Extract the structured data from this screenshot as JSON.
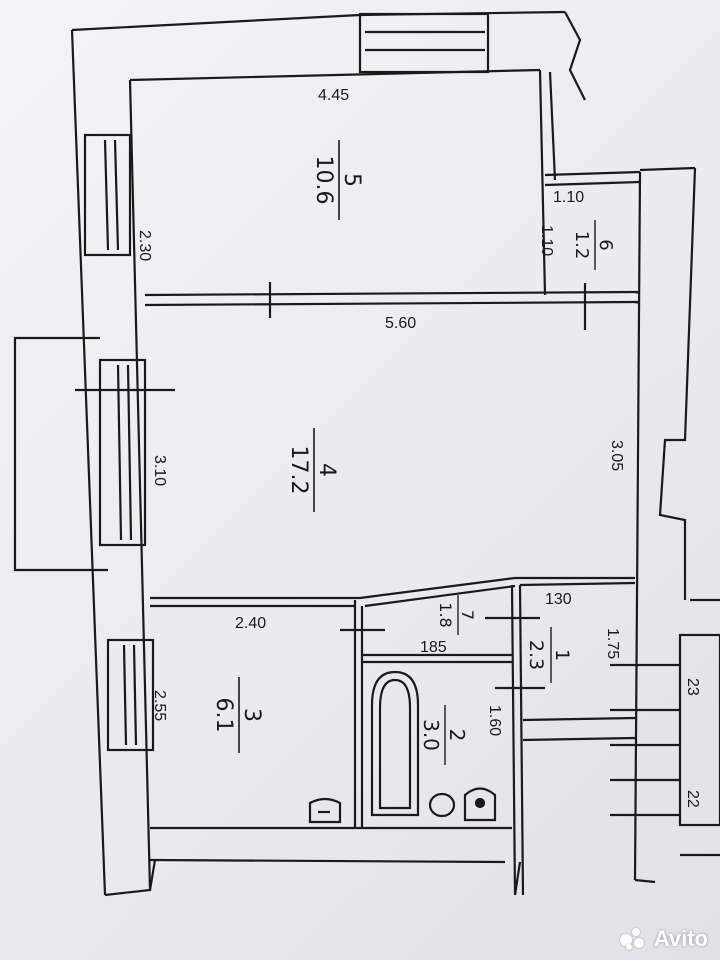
{
  "dimensions": {
    "room5_top": "4.45",
    "room5_left": "2.30",
    "room6_top": "1.10",
    "room6_left": "1.10",
    "room4_width": "5.60",
    "room4_left": "3.10",
    "room4_right": "3.05",
    "room3_top": "2.40",
    "room3_left": "2.55",
    "hall_top": "130",
    "hall_right": "1.75",
    "bath_top": "185",
    "bath_right": "1.60",
    "stair_a": "23",
    "stair_b": "22"
  },
  "rooms": [
    {
      "id": "room5",
      "number": "5",
      "area": "10.6"
    },
    {
      "id": "room6",
      "number": "6",
      "area": "1.2"
    },
    {
      "id": "room4",
      "number": "4",
      "area": "17.2"
    },
    {
      "id": "room3",
      "number": "3",
      "area": "6.1"
    },
    {
      "id": "room7",
      "number": "7",
      "area": "1.8"
    },
    {
      "id": "room1",
      "number": "1",
      "area": "2.3"
    },
    {
      "id": "room2",
      "number": "2",
      "area": "3.0"
    }
  ],
  "watermark": {
    "text": "Avito"
  },
  "colors": {
    "ink": "#1a1a1a",
    "paper": "#f0f1f3"
  }
}
